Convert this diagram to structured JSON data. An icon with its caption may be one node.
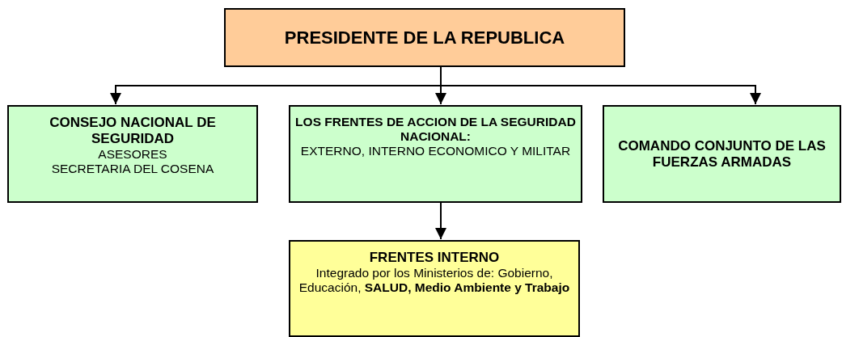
{
  "diagram": {
    "nodes": [
      {
        "text": [
          "PRESIDENTE DE LA REPUBLICA"
        ]
      },
      {
        "text": [
          "CONSEJO NACIONAL DE SEGURIDAD",
          "ASESORES",
          "SECRETARIA DEL COSENA"
        ]
      },
      {
        "text": [
          "**LOS FRENTES DE ACCION DE LA SEGURIDAD NACIONAL**:",
          "EXTERNO, INTERNO ECONOMICO Y MILITAR"
        ]
      },
      {
        "text": [
          "COMANDO CONJUNTO DE LAS FUERZAS ARMADAS"
        ]
      },
      {
        "text": [
          "FRENTES INTERNO",
          "Integrado por los Ministerios de: Gobierno, Educación, **SALUD, Medio Ambiente y Trabajo**"
        ]
      }
    ],
    "edges": [
      {
        "from": 0,
        "to": 1,
        "arrow": "to"
      },
      {
        "from": 0,
        "to": 2,
        "arrow": "to"
      },
      {
        "from": 0,
        "to": 3,
        "arrow": "to"
      },
      {
        "from": 2,
        "to": 4,
        "arrow": "to"
      }
    ]
  }
}
